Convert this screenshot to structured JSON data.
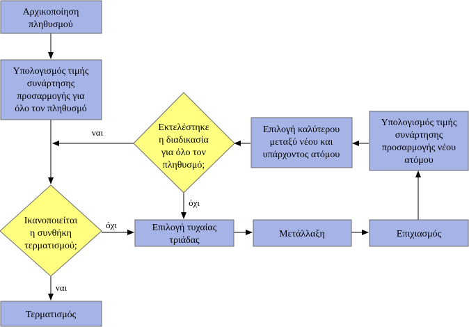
{
  "nodes": {
    "init": [
      "Αρχικοποίηση",
      "πληθυσμού"
    ],
    "eval_all": [
      "Υπολογισμός τιμής",
      "συνάρτησης",
      "προσαρμογής για",
      "όλο τον πληθυσμό"
    ],
    "check_end": [
      "Ικανοποιείται",
      "η συνθήκη",
      "τερματισμού;"
    ],
    "terminate": [
      "Τερματισμός"
    ],
    "check_done": [
      "Εκτελέστηκε",
      "η διαδικασία",
      "για όλο τον",
      "πληθυσμό;"
    ],
    "select_better": [
      "Επιλογή καλύτερου",
      "μεταξύ νέου και",
      "υπάρχοντος ατόμου"
    ],
    "eval_new": [
      "Υπολογισμός τιμής",
      "συνάρτησης",
      "προσαρμογής νέου",
      "ατόμου"
    ],
    "select_random": [
      "Επιλογή τυχαίας",
      "τριάδας"
    ],
    "mutation": [
      "Μετάλλαξη"
    ],
    "crossover": [
      "Επιχιασμός"
    ]
  },
  "edge_labels": {
    "yes_top": "ναι",
    "no_mid": "όχι",
    "no_left": "όχι",
    "yes_bottom": "ναι"
  }
}
